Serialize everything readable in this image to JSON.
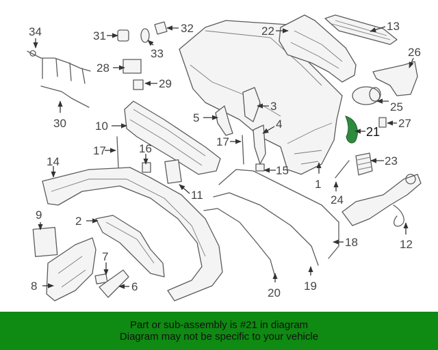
{
  "callouts": [
    "1",
    "2",
    "3",
    "4",
    "5",
    "6",
    "7",
    "8",
    "9",
    "10",
    "11",
    "12",
    "13",
    "14",
    "15",
    "16",
    "17",
    "17",
    "18",
    "19",
    "20",
    "21",
    "22",
    "23",
    "24",
    "25",
    "26",
    "27",
    "28",
    "29",
    "30",
    "31",
    "32",
    "33",
    "34"
  ],
  "highlighted_part": "21",
  "banner": {
    "line1": "Part or sub-assembly is #21 in diagram",
    "line2": "Diagram may not be specific to your vehicle",
    "background": "#0f8a12"
  },
  "highlight_color": "#2e8b3e"
}
